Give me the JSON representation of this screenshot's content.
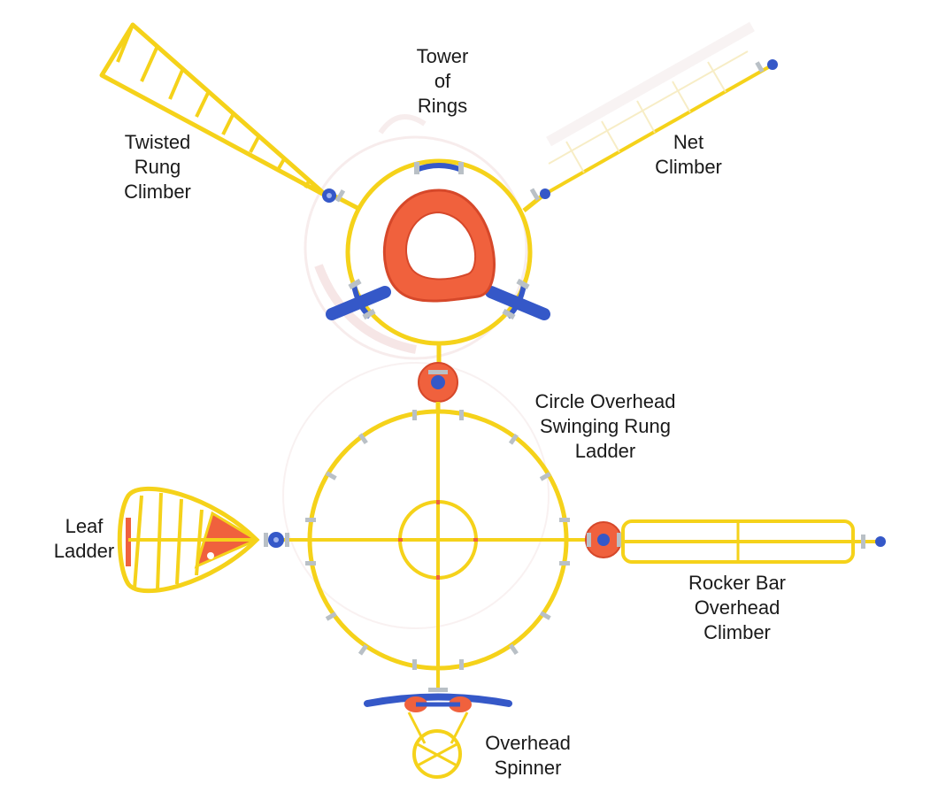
{
  "labels": {
    "tower_of_rings": [
      "Tower",
      "of",
      "Rings"
    ],
    "twisted_rung_climber": [
      "Twisted",
      "Rung",
      "Climber"
    ],
    "net_climber": [
      "Net",
      "Climber"
    ],
    "circle_overhead": [
      "Circle Overhead",
      "Swinging Rung",
      "Ladder"
    ],
    "leaf_ladder": [
      "Leaf",
      "Ladder"
    ],
    "rocker_bar": [
      "Rocker Bar",
      "Overhead",
      "Climber"
    ],
    "overhead_spinner": [
      "Overhead",
      "Spinner"
    ]
  },
  "colors": {
    "frame": "#f5d21a",
    "frame_dark": "#d9b400",
    "blue": "#3558c8",
    "orange": "#f0613d",
    "clamp": "#b9c0c6",
    "shadow": "#f3e6e6"
  }
}
